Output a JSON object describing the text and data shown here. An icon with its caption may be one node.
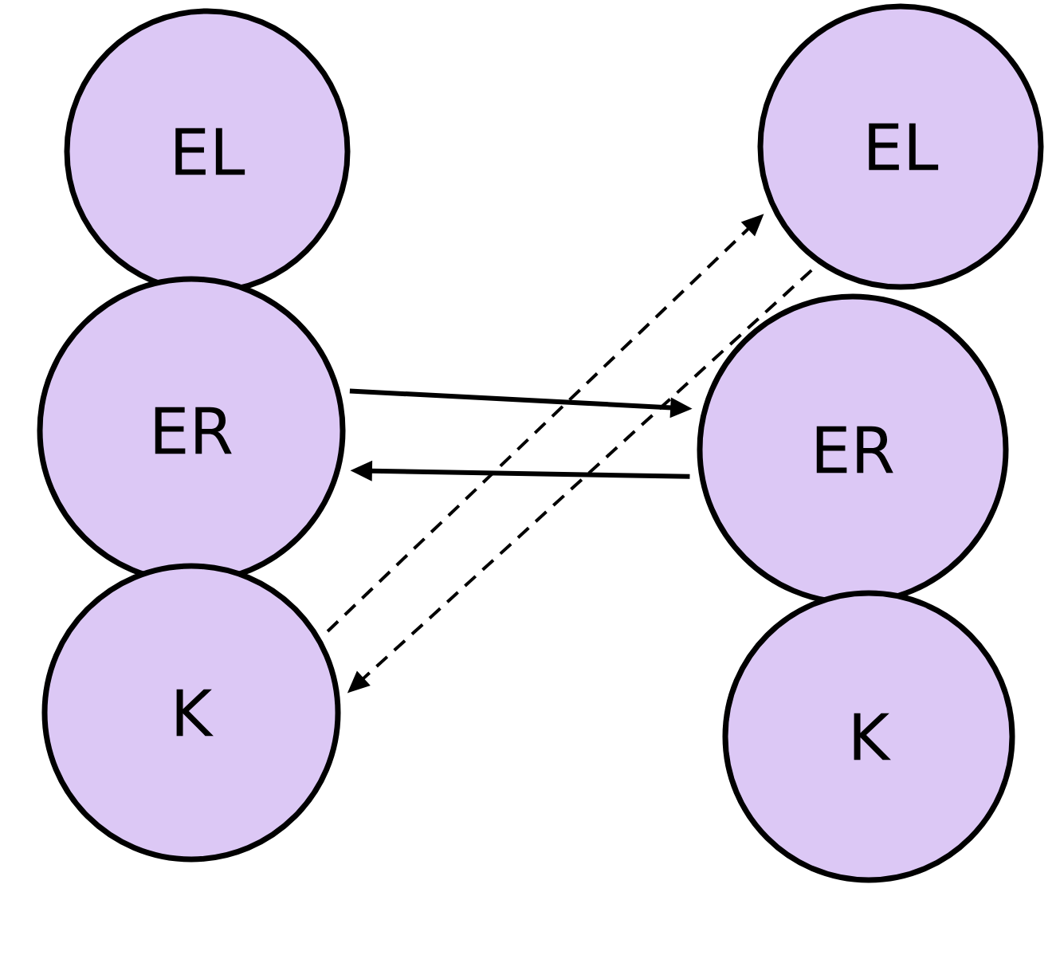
{
  "diagram": {
    "nodes": [
      {
        "text": [
          "EL"
        ]
      },
      {
        "text": [
          "ER"
        ]
      },
      {
        "text": [
          "K"
        ]
      },
      {
        "text": [
          "EL"
        ]
      },
      {
        "text": [
          "ER"
        ]
      },
      {
        "text": [
          "K"
        ]
      }
    ],
    "edges": [
      {
        "from": 1,
        "to": 4,
        "arrow": "to"
      },
      {
        "from": 4,
        "to": 1,
        "arrow": "to"
      },
      {
        "from": 2,
        "to": 3,
        "arrow": "to",
        "style": "dashed"
      },
      {
        "from": 3,
        "to": 2,
        "arrow": "to",
        "style": "dashed"
      }
    ]
  }
}
